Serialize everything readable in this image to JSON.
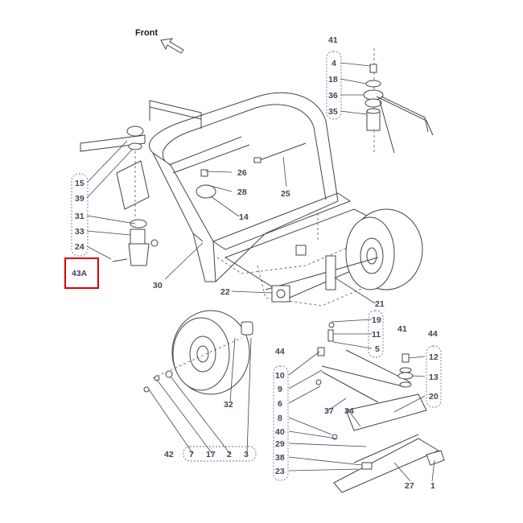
{
  "front_label": "Front",
  "highlight_color": "#e00000",
  "label_color": "#4a3c5e",
  "callouts": {
    "c15": "15",
    "c39": "39",
    "c31": "31",
    "c33": "33",
    "c24": "24",
    "c43a": "43A",
    "c30": "30",
    "c26": "26",
    "c28": "28",
    "c14": "14",
    "c25": "25",
    "c22": "22",
    "c41top": "41",
    "c4": "4",
    "c18": "18",
    "c36": "36",
    "c35": "35",
    "c21": "21",
    "c19": "19",
    "c11": "11",
    "c5": "5",
    "c41mid": "41",
    "c44left": "44",
    "c10": "10",
    "c9": "9",
    "c6": "6",
    "c8": "8",
    "c40": "40",
    "c29": "29",
    "c38": "38",
    "c23": "23",
    "c37": "37",
    "c34": "34",
    "c44right": "44",
    "c12": "12",
    "c13": "13",
    "c20": "20",
    "c1": "1",
    "c27": "27",
    "c32": "32",
    "c42": "42",
    "c7": "7",
    "c17": "17",
    "c2": "2",
    "c3": "3"
  }
}
